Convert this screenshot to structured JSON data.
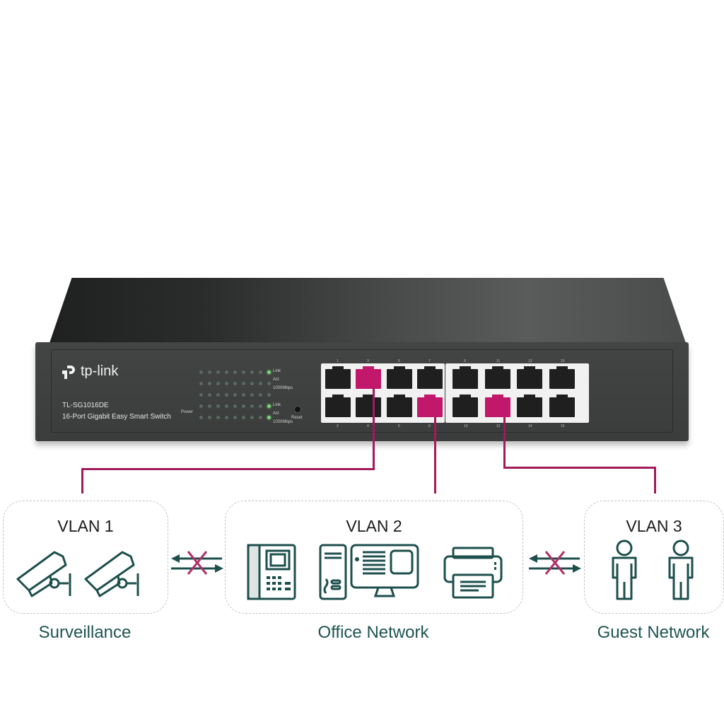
{
  "switch": {
    "brand": "tp-link",
    "model": "TL-SG1016DE",
    "description": "16-Port Gigabit Easy Smart Switch",
    "power_label": "Power",
    "reset_label": "Reset",
    "led_legend": [
      "Link",
      "Act",
      "1000Mbps",
      "Link",
      "Act",
      "1000Mbps"
    ],
    "top_port_numbers": [
      "1",
      "3",
      "5",
      "7",
      "9",
      "11",
      "13",
      "15"
    ],
    "bottom_port_numbers": [
      "2",
      "4",
      "6",
      "8",
      "10",
      "12",
      "14",
      "16"
    ],
    "highlighted_ports": [
      "3",
      "8",
      "12"
    ],
    "colors": {
      "body": "#3f4040",
      "highlight": "#c2186b",
      "wire": "#a3195b"
    }
  },
  "vlans": [
    {
      "title": "VLAN 1",
      "caption": "Surveillance",
      "devices": [
        "security-camera",
        "security-camera"
      ]
    },
    {
      "title": "VLAN 2",
      "caption": "Office Network",
      "devices": [
        "ip-phone",
        "desktop-computer",
        "printer"
      ]
    },
    {
      "title": "VLAN 3",
      "caption": "Guest Network",
      "devices": [
        "person",
        "person"
      ]
    }
  ],
  "isolation_markers": [
    "blocked-traffic-vlan1-vlan2",
    "blocked-traffic-vlan2-vlan3"
  ],
  "colors": {
    "accent_text": "#1d5552",
    "icon_stroke": "#1d4f4c",
    "block_x": "#b0306a",
    "dashed_border": "#c4c4c4"
  }
}
